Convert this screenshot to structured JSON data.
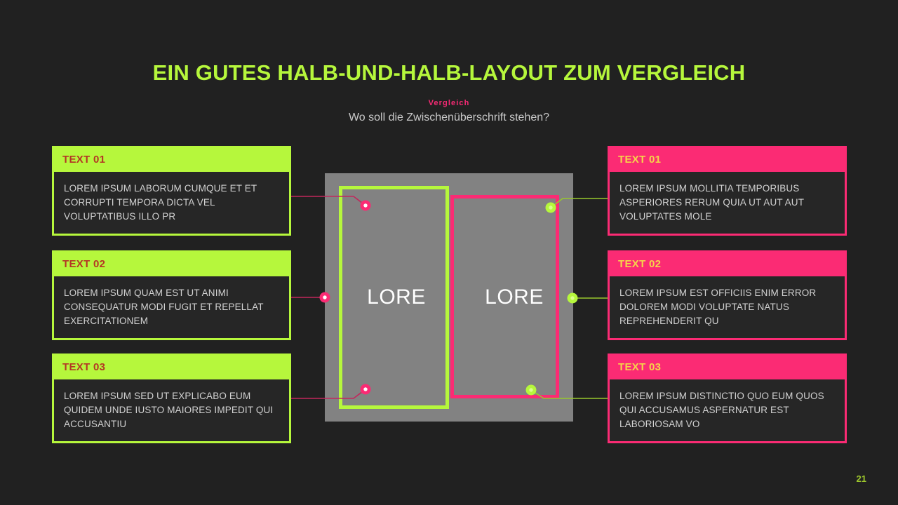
{
  "slide": {
    "title": "EIN GUTES HALB-UND-HALB-LAYOUT ZUM VERGLEICH",
    "eyebrow": "Vergleich",
    "subtitle": "Wo soll die Zwischenüberschrift stehen?",
    "page_number": "21"
  },
  "colors": {
    "background": "#212121",
    "accent_green": "#b6f73c",
    "accent_pink": "#fb2b74",
    "stage_gray": "#828282",
    "card_body": "#262626",
    "body_text": "#d2d2d2",
    "left_head_text": "#b43724",
    "right_head_text": "#f5d44a",
    "page_number": "#9bc42c"
  },
  "left_cards": [
    {
      "heading": "TEXT 01",
      "body": "LOREM IPSUM LABORUM CUMQUE ET ET CORRUPTI TEMPORA DICTA VEL VOLUPTATIBUS ILLO PR"
    },
    {
      "heading": "TEXT 02",
      "body": "LOREM IPSUM QUAM EST UT ANIMI CONSEQUATUR MODI FUGIT ET REPELLAT EXERCITATIONEM"
    },
    {
      "heading": "TEXT 03",
      "body": "LOREM IPSUM SED UT EXPLICABO EUM QUIDEM UNDE IUSTO MAIORES IMPEDIT QUI ACCUSANTIU"
    }
  ],
  "right_cards": [
    {
      "heading": "TEXT 01",
      "body": "LOREM IPSUM MOLLITIA TEMPORIBUS ASPERIORES RERUM QUIA UT AUT AUT VOLUPTATES MOLE"
    },
    {
      "heading": "TEXT 02",
      "body": "LOREM IPSUM EST OFFICIIS ENIM ERROR DOLOREM MODI VOLUPTATE NATUS REPREHENDERIT QU"
    },
    {
      "heading": "TEXT 03",
      "body": "LOREM IPSUM DISTINCTIO QUO EUM QUOS QUI ACCUSAMUS ASPERNATUR EST LABORIOSAM VO"
    }
  ],
  "stage": {
    "placeholder_left": "LORE",
    "placeholder_right": "LORE"
  }
}
